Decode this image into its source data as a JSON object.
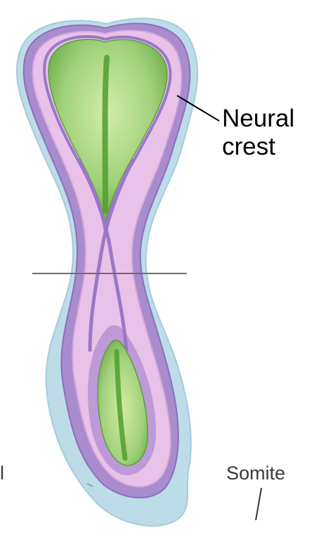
{
  "labels": {
    "neural_crest": "Neural\ncrest",
    "somite": "Somite",
    "left_cut": "l"
  },
  "colors": {
    "outer_layer": "#bcdce8",
    "purple_layer": "#a88ccd",
    "pink_layer": "#e9c2ea",
    "inner_purple": "#9a78c8",
    "neural_plate": "#9fd17a",
    "neural_groove": "#4f9f2f",
    "section_line": "#6d6d6d",
    "label_text": "#000000"
  }
}
